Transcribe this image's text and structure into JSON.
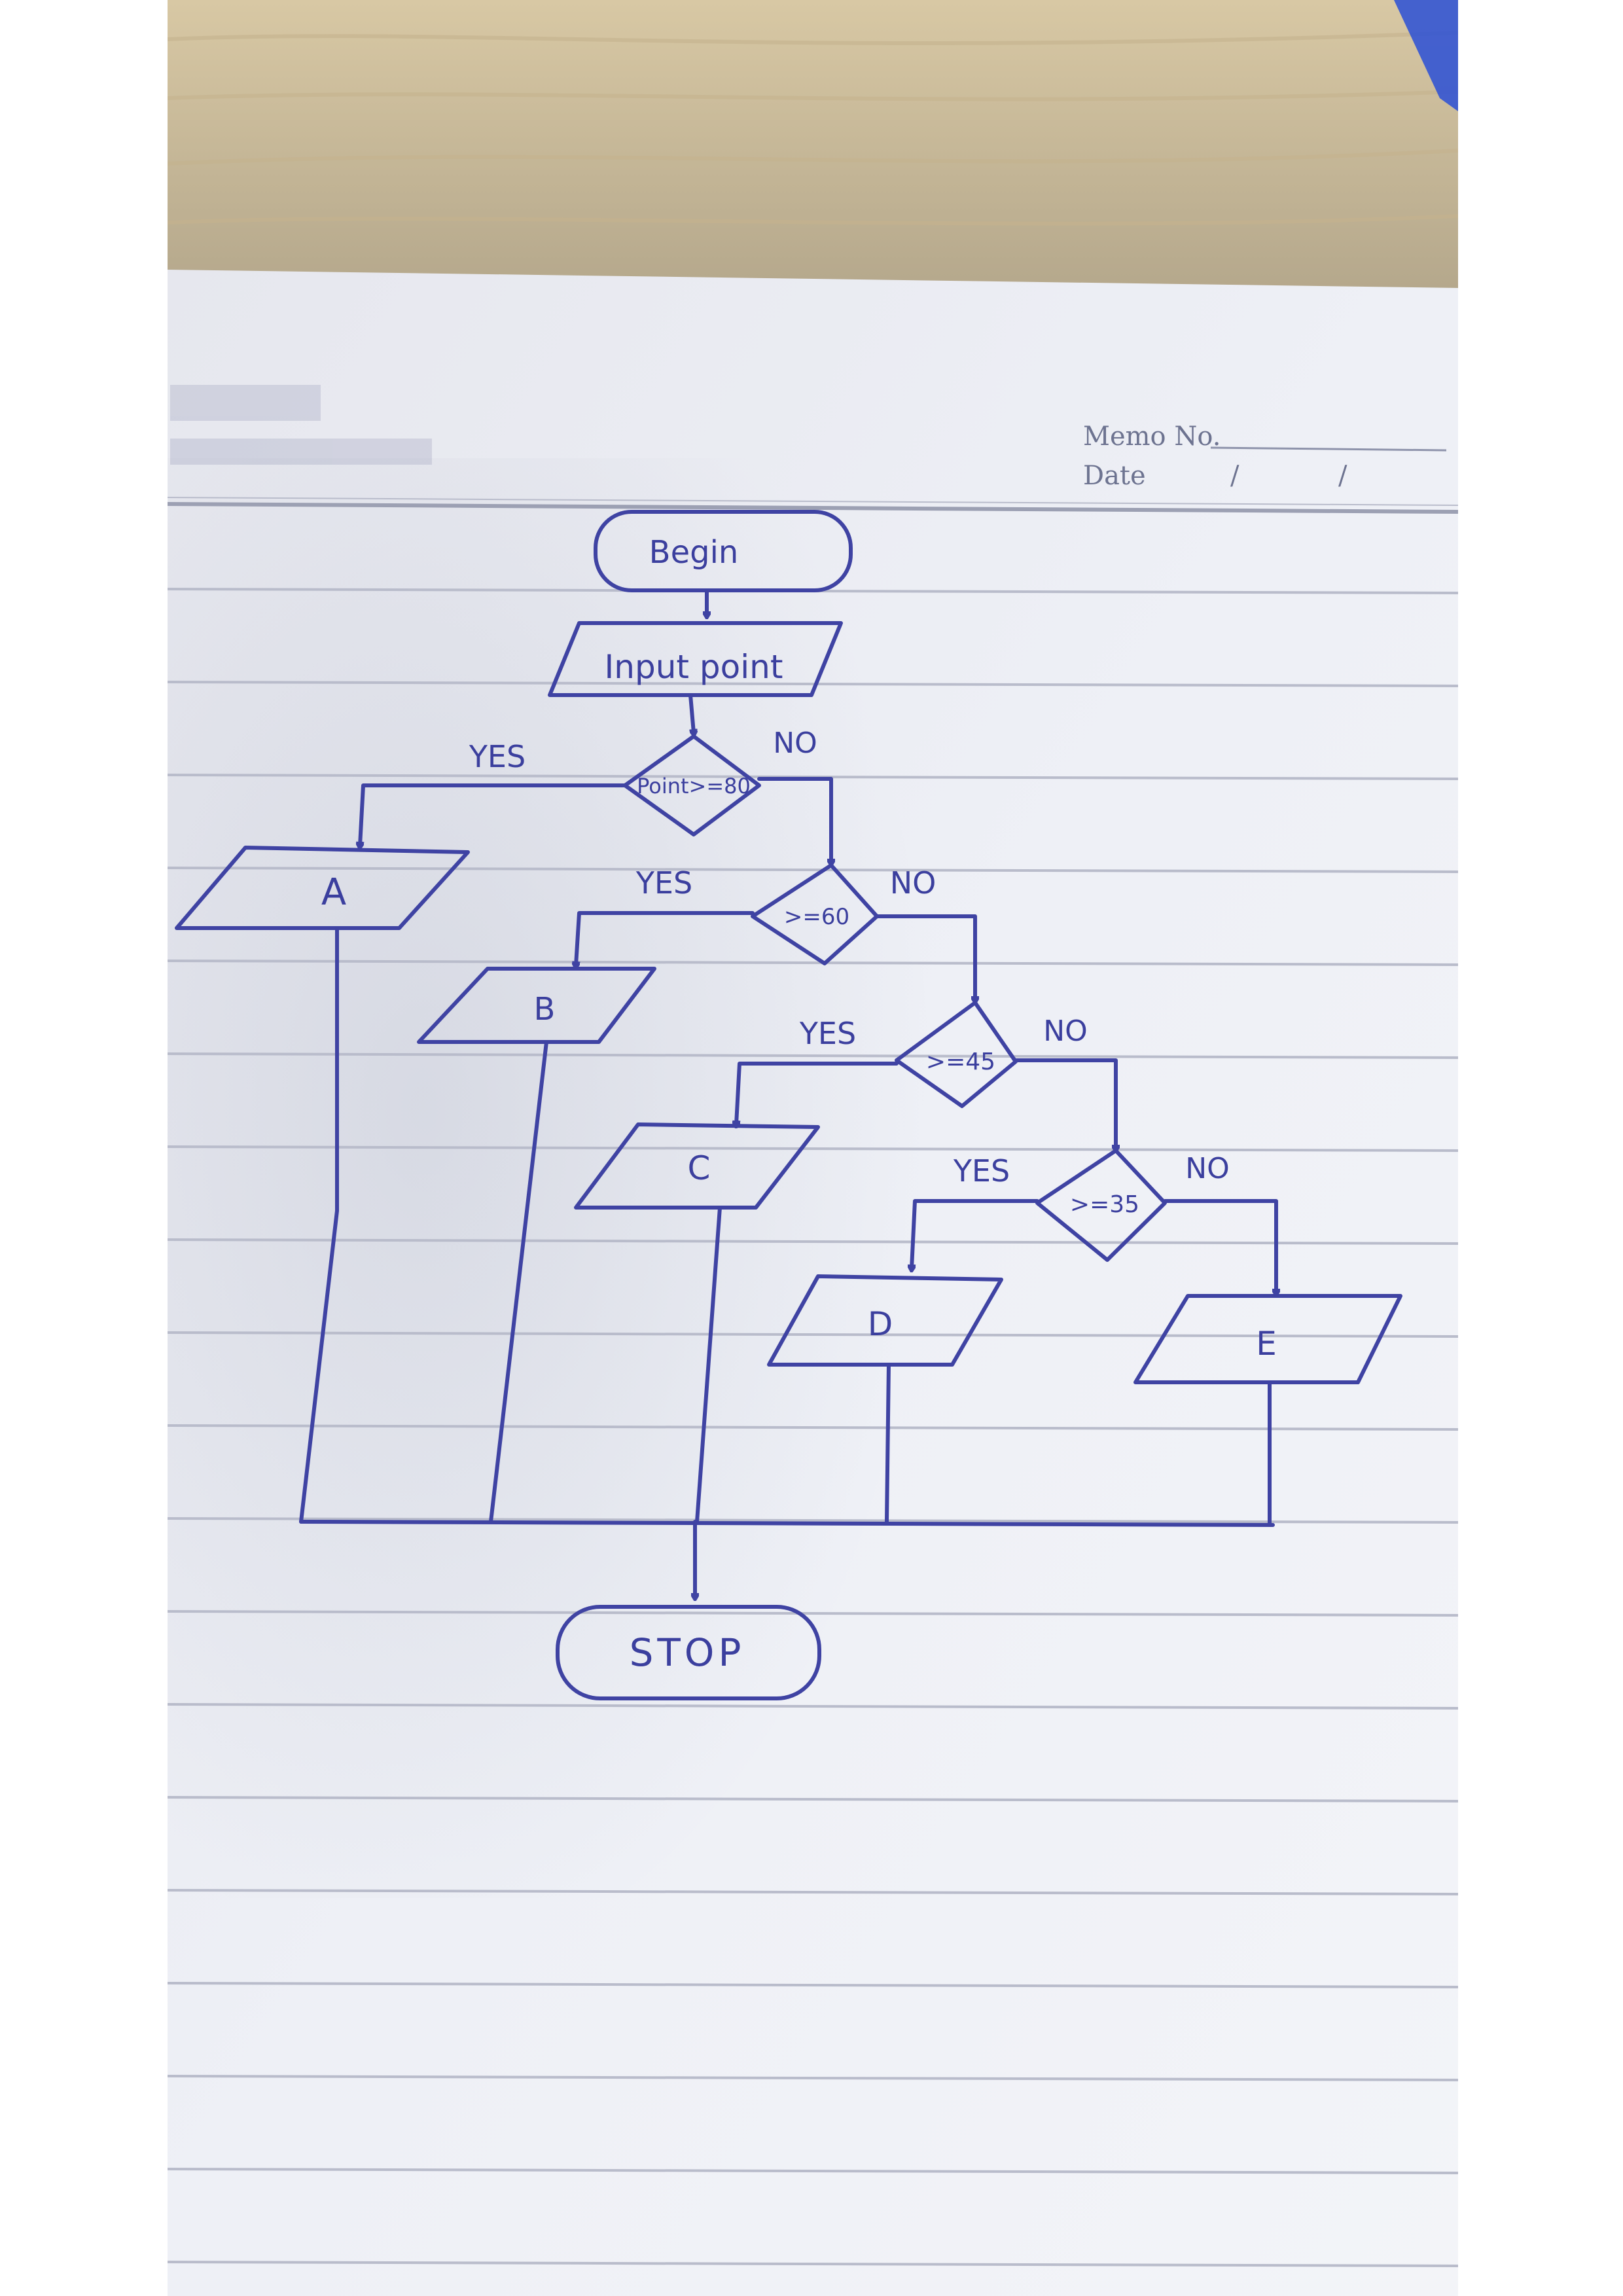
{
  "header": {
    "memo_label": "Memo No.",
    "date_label": "Date",
    "date_separators": [
      "/",
      "/"
    ]
  },
  "flowchart": {
    "start": "Begin",
    "input": "Input point",
    "decisions": [
      {
        "condition": "Point>=80",
        "yes": "YES",
        "no": "NO"
      },
      {
        "condition": ">=60",
        "yes": "YES",
        "no": "NO"
      },
      {
        "condition": ">=45",
        "yes": "YES",
        "no": "NO"
      },
      {
        "condition": ">=35",
        "yes": "YES",
        "no": "NO"
      }
    ],
    "outputs": [
      "A",
      "B",
      "C",
      "D",
      "E"
    ],
    "end": "STOP"
  },
  "colors": {
    "ink": "#3f43a3",
    "paper": "#eceef4",
    "rule": "#b9bccb",
    "desk": "#d9c9a6"
  }
}
